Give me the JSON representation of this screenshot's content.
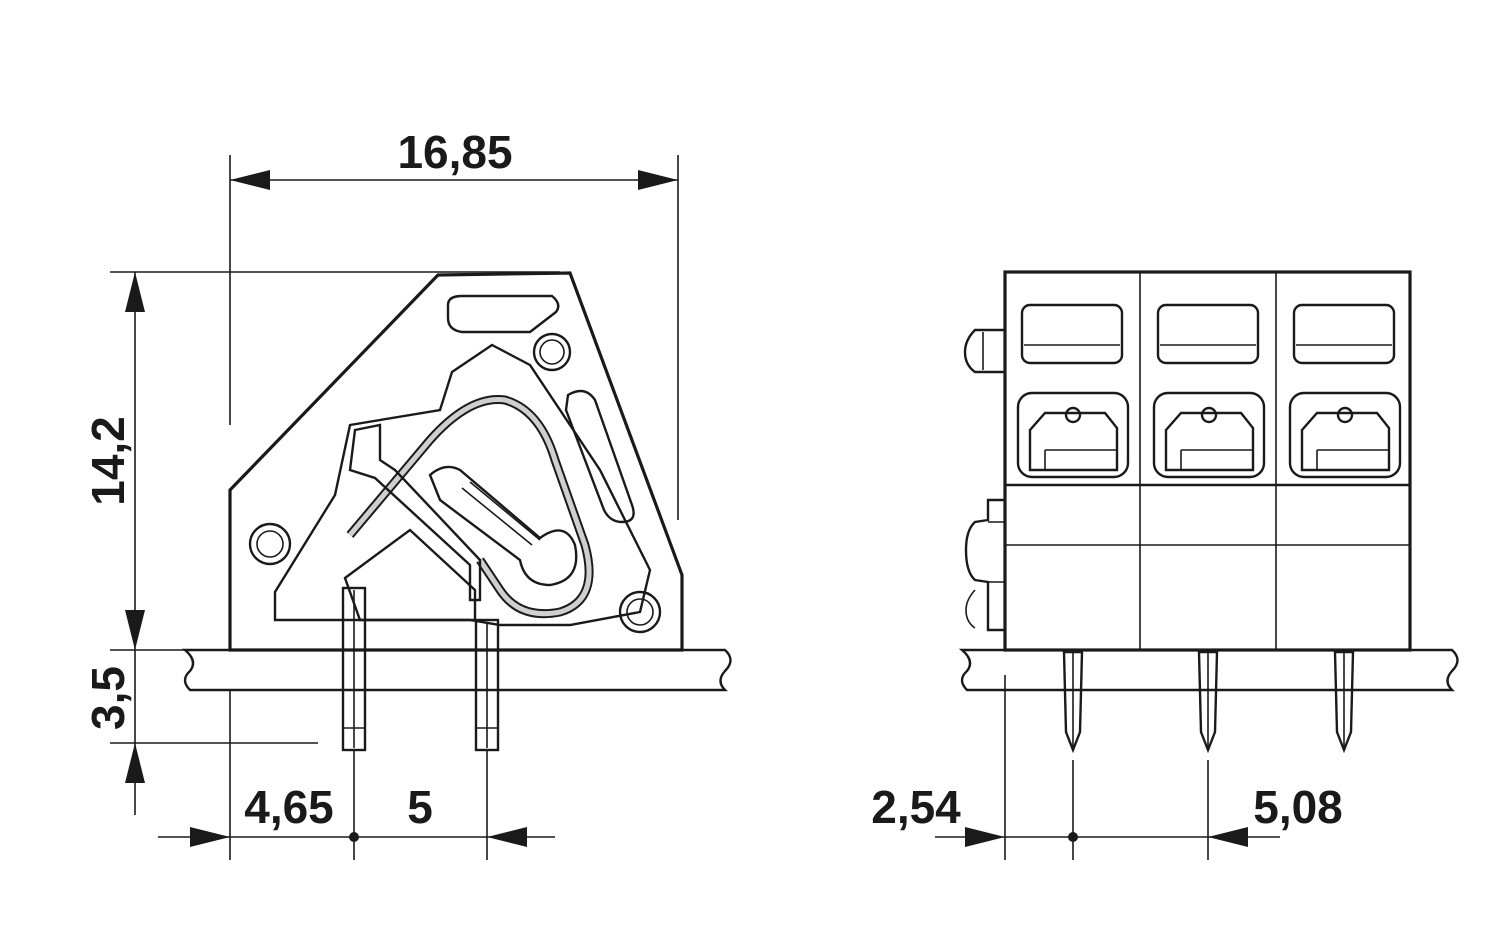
{
  "dimensions": {
    "overall_width": "16,85",
    "overall_height": "14,2",
    "pin_length": "3,5",
    "edge_to_pin": "4,65",
    "pin_pitch_side": "5",
    "edge_offset_front": "2,54",
    "pitch_front": "5,08"
  },
  "colors": {
    "line": "#1a1a1a",
    "hatch": "#555555",
    "fill_grey": "#d9d9d9",
    "spring_grey": "#cfcfcf"
  }
}
